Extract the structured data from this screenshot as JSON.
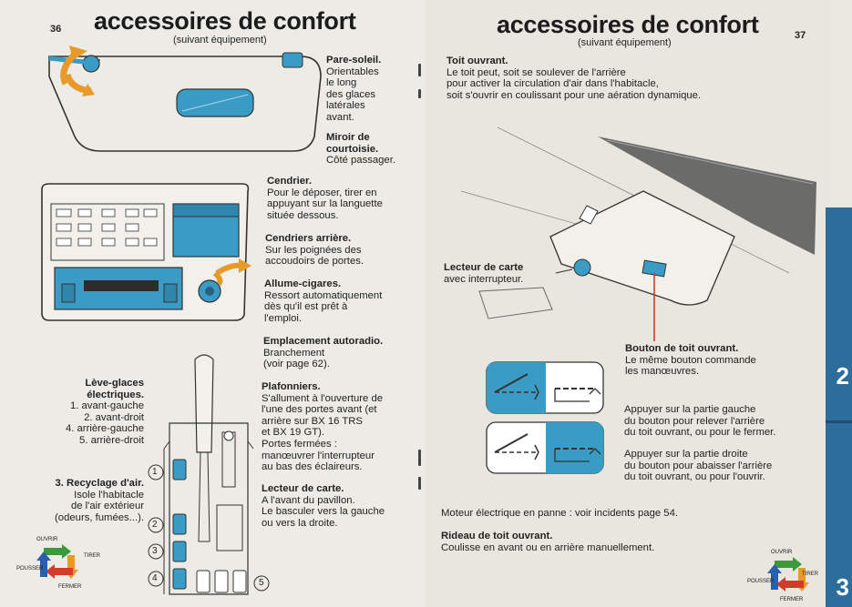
{
  "left": {
    "page_number": "36",
    "title": "accessoires de confort",
    "subtitle": "(suivant équipement)",
    "sunvisor": {
      "heading": "Pare-soleil.",
      "lines": [
        "Orientables",
        "le long",
        "des glaces",
        "latérales",
        "avant."
      ]
    },
    "mirror": {
      "heading_lines": [
        "Miroir de",
        "courtoisie."
      ],
      "text": "Côté passager."
    },
    "ashtray": {
      "heading": "Cendrier.",
      "lines": [
        "Pour le déposer, tirer en",
        "appuyant sur la languette",
        "située dessous."
      ]
    },
    "rear_ashtrays": {
      "heading": "Cendriers arrière.",
      "lines": [
        "Sur les poignées des",
        "accoudoirs de portes."
      ]
    },
    "lighter": {
      "heading": "Allume-cigares.",
      "lines": [
        "Ressort automatiquement",
        "dès qu'il est prêt à",
        "l'emploi."
      ]
    },
    "radio": {
      "heading": "Emplacement autoradio.",
      "lines": [
        "Branchement",
        "(voir page 62)."
      ]
    },
    "ceiling_lights": {
      "heading": "Plafonniers.",
      "lines": [
        "S'allument à l'ouverture de",
        "l'une des portes avant (et",
        "arrière sur BX 16 TRS",
        "et BX 19 GT).",
        "Portes fermées :",
        "manœuvrer l'interrupteur",
        "au bas des éclaireurs."
      ]
    },
    "reader": {
      "heading": "Lecteur de carte.",
      "lines": [
        "A l'avant du pavillon.",
        "Le basculer vers la gauche",
        "ou vers la droite."
      ]
    },
    "windows": {
      "heading_lines": [
        "Lève-glaces",
        "électriques."
      ],
      "lines": [
        "1. avant-gauche",
        "2. avant-droit",
        "4. arrière-gauche",
        "5. arrière-droit"
      ]
    },
    "recycle": {
      "heading": "3. Recyclage d'air.",
      "lines": [
        "Isole l'habitacle",
        "de l'air extérieur",
        "(odeurs, fumées...)."
      ]
    },
    "switch_numbers": [
      "1",
      "2",
      "3",
      "4",
      "5"
    ],
    "legend": {
      "open": "OUVRIR",
      "pull": "TIRER",
      "push": "POUSSER",
      "close": "FERMER"
    }
  },
  "right": {
    "page_number": "37",
    "title": "accessoires de confort",
    "subtitle": "(suivant équipement)",
    "sunroof": {
      "heading": "Toit ouvrant.",
      "lines": [
        "Le toit peut, soit se soulever de l'arrière",
        "pour activer la circulation d'air dans l'habitacle,",
        "soit s'ouvrir en coulissant pour une aération dynamique."
      ]
    },
    "map_reader": {
      "heading": "Lecteur de carte",
      "text": "avec interrupteur."
    },
    "roof_button": {
      "heading": "Bouton de toit ouvrant.",
      "lines": [
        "Le même bouton commande",
        "les manœuvres."
      ]
    },
    "press_left": [
      "Appuyer sur la partie gauche",
      "du bouton pour relever l'arrière",
      "du toit ouvrant, ou pour le fermer."
    ],
    "press_right": [
      "Appuyer sur la partie droite",
      "du bouton pour abaisser l'arrière",
      "du toit ouvrant, ou pour l'ouvrir."
    ],
    "motor_failure": "Moteur électrique en panne : voir incidents page 54.",
    "blind": {
      "heading": "Rideau de toit ouvrant.",
      "text": "Coulisse en avant ou en arrière manuellement."
    },
    "legend": {
      "open": "OUVRIR",
      "pull": "TIRER",
      "push": "POUSSER",
      "close": "FERMER"
    }
  },
  "tabs": [
    "2",
    "3"
  ],
  "colors": {
    "accent_blue": "#3a9bc4",
    "tab_blue": "#2d6d9c",
    "arrow_orange": "#e79a2a",
    "legend_green": "#3a9a3a",
    "legend_red": "#d23a2a",
    "legend_blue": "#2a5fb0",
    "red_line": "#c0392b"
  }
}
